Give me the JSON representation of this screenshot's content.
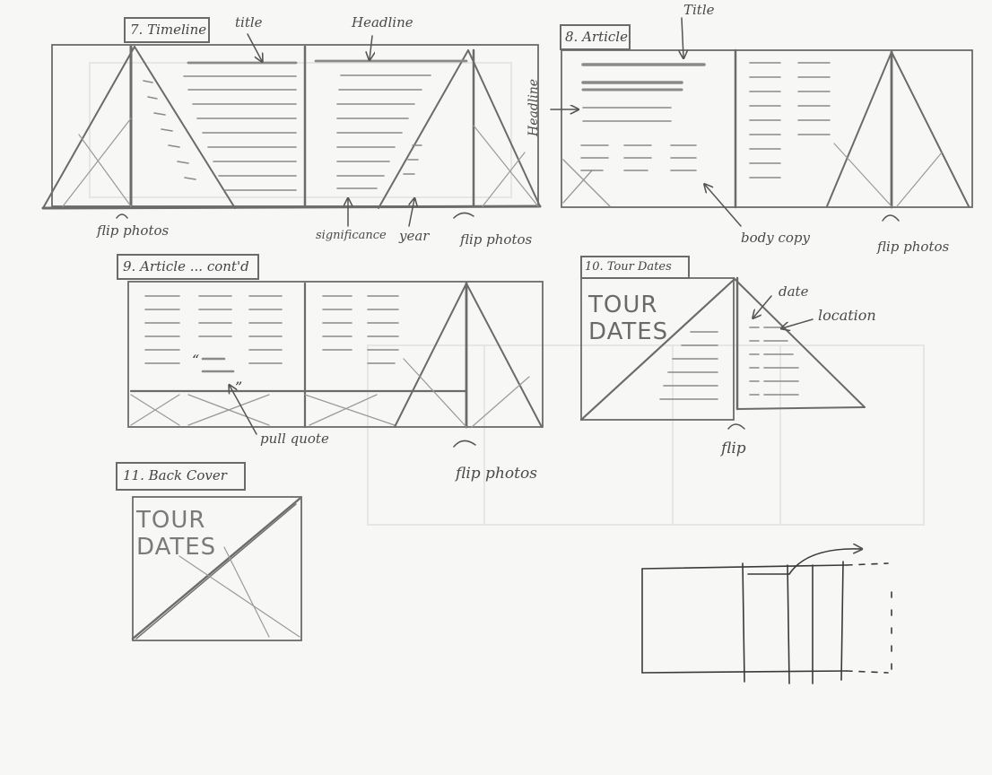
{
  "sheet": {
    "background": "#f7f7f5",
    "pencil_color": "#6b6b6b"
  },
  "spread7": {
    "title": "7. Timeline",
    "labels": {
      "title": "title",
      "headline": "Headline",
      "flip_left": "flip photos",
      "significance": "significance",
      "year": "year",
      "flip_right": "flip photos"
    }
  },
  "spread8": {
    "title": "8. Article",
    "labels": {
      "title": "Title",
      "headline": "Headline",
      "body_copy": "body copy",
      "flip": "flip photos"
    }
  },
  "spread9": {
    "title": "9. Article ... cont'd",
    "labels": {
      "pull_quote": "pull quote",
      "flip": "flip photos"
    }
  },
  "spread10": {
    "title": "10. Tour Dates",
    "big_text_line1": "TOUR",
    "big_text_line2": "DATES",
    "labels": {
      "date": "date",
      "location": "location",
      "flip": "flip"
    }
  },
  "spread11": {
    "title": "11. Back Cover",
    "big_text_line1": "TOUR",
    "big_text_line2": "DATES"
  }
}
